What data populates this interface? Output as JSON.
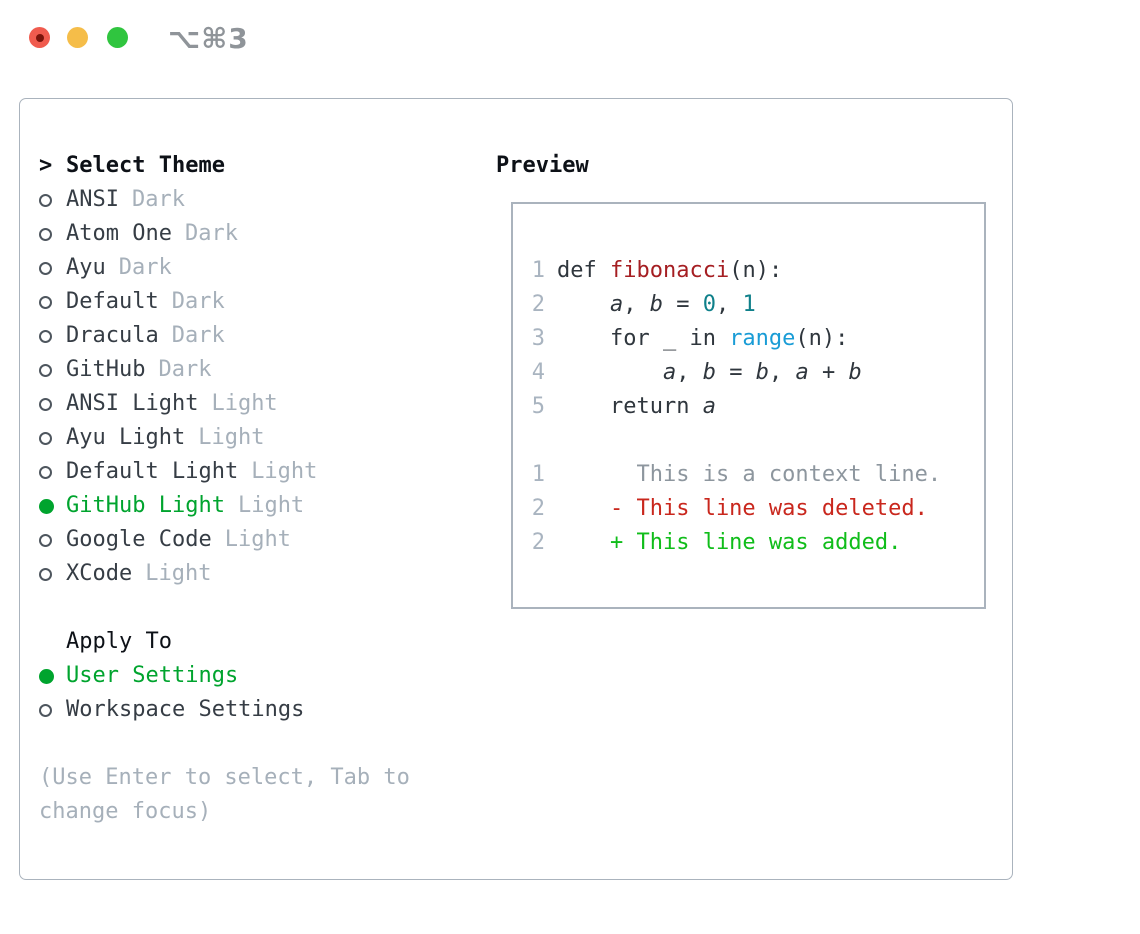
{
  "titlebar": {
    "shortcut": "⌥⌘3"
  },
  "colors": {
    "window_border": "#aab3bd",
    "accent_green": "#00a42e",
    "diff_add": "#10bd1a",
    "diff_del": "#c9271d",
    "syntax_func": "#a51e22",
    "syntax_number": "#0f808a",
    "syntax_call": "#199cd6",
    "code_plain": "#2f363d",
    "muted": "#a6b0ba",
    "line_number": "#a9b4c0",
    "context": "#8d969e",
    "radio_ring": "#4e565e",
    "heading": "#0d1117",
    "traffic_red": "#f05b4e",
    "traffic_red_dot": "#7a140b",
    "traffic_yellow": "#f5bd49",
    "traffic_green": "#30c53f",
    "shortcut_gray": "#8f9499"
  },
  "theme_panel": {
    "header": {
      "prompt": ">",
      "title": "Select Theme"
    },
    "themes": [
      {
        "name": "ANSI",
        "variant": "Dark",
        "selected": false
      },
      {
        "name": "Atom One",
        "variant": "Dark",
        "selected": false
      },
      {
        "name": "Ayu",
        "variant": "Dark",
        "selected": false
      },
      {
        "name": "Default",
        "variant": "Dark",
        "selected": false
      },
      {
        "name": "Dracula",
        "variant": "Dark",
        "selected": false
      },
      {
        "name": "GitHub",
        "variant": "Dark",
        "selected": false
      },
      {
        "name": "ANSI Light",
        "variant": "Light",
        "selected": false
      },
      {
        "name": "Ayu Light",
        "variant": "Light",
        "selected": false
      },
      {
        "name": "Default Light",
        "variant": "Light",
        "selected": false
      },
      {
        "name": "GitHub Light",
        "variant": "Light",
        "selected": true
      },
      {
        "name": "Google Code",
        "variant": "Light",
        "selected": false
      },
      {
        "name": "XCode",
        "variant": "Light",
        "selected": false
      }
    ],
    "apply_to": {
      "title": "Apply To",
      "options": [
        {
          "name": "User Settings",
          "selected": true
        },
        {
          "name": "Workspace Settings",
          "selected": false
        }
      ]
    },
    "help": {
      "line1": "(Use Enter to select, Tab to",
      "line2": "change focus)"
    }
  },
  "preview": {
    "title": "Preview",
    "code_lines": [
      {
        "num": "1",
        "tokens": [
          {
            "t": "def ",
            "c": "plain"
          },
          {
            "t": "fibonacci",
            "c": "func"
          },
          {
            "t": "(n):",
            "c": "plain"
          }
        ]
      },
      {
        "num": "2",
        "tokens": [
          {
            "t": "    ",
            "c": "plain"
          },
          {
            "t": "a",
            "c": "var"
          },
          {
            "t": ", ",
            "c": "plain"
          },
          {
            "t": "b",
            "c": "var"
          },
          {
            "t": " = ",
            "c": "plain"
          },
          {
            "t": "0",
            "c": "number"
          },
          {
            "t": ", ",
            "c": "plain"
          },
          {
            "t": "1",
            "c": "number"
          }
        ]
      },
      {
        "num": "3",
        "tokens": [
          {
            "t": "    for _ in ",
            "c": "plain"
          },
          {
            "t": "range",
            "c": "call"
          },
          {
            "t": "(n):",
            "c": "plain"
          }
        ]
      },
      {
        "num": "4",
        "tokens": [
          {
            "t": "        ",
            "c": "plain"
          },
          {
            "t": "a",
            "c": "var"
          },
          {
            "t": ", ",
            "c": "plain"
          },
          {
            "t": "b",
            "c": "var"
          },
          {
            "t": " = ",
            "c": "plain"
          },
          {
            "t": "b",
            "c": "var"
          },
          {
            "t": ", ",
            "c": "plain"
          },
          {
            "t": "a",
            "c": "var"
          },
          {
            "t": " + ",
            "c": "plain"
          },
          {
            "t": "b",
            "c": "var"
          }
        ]
      },
      {
        "num": "5",
        "tokens": [
          {
            "t": "    return ",
            "c": "plain"
          },
          {
            "t": "a",
            "c": "var"
          }
        ]
      }
    ],
    "diff_lines": [
      {
        "num": "1",
        "tokens": [
          {
            "t": "      This is a context line.",
            "c": "ctx"
          }
        ]
      },
      {
        "num": "2",
        "tokens": [
          {
            "t": "    - This line was deleted.",
            "c": "del"
          }
        ]
      },
      {
        "num": "2",
        "tokens": [
          {
            "t": "    + This line was added.",
            "c": "add"
          }
        ]
      }
    ]
  }
}
